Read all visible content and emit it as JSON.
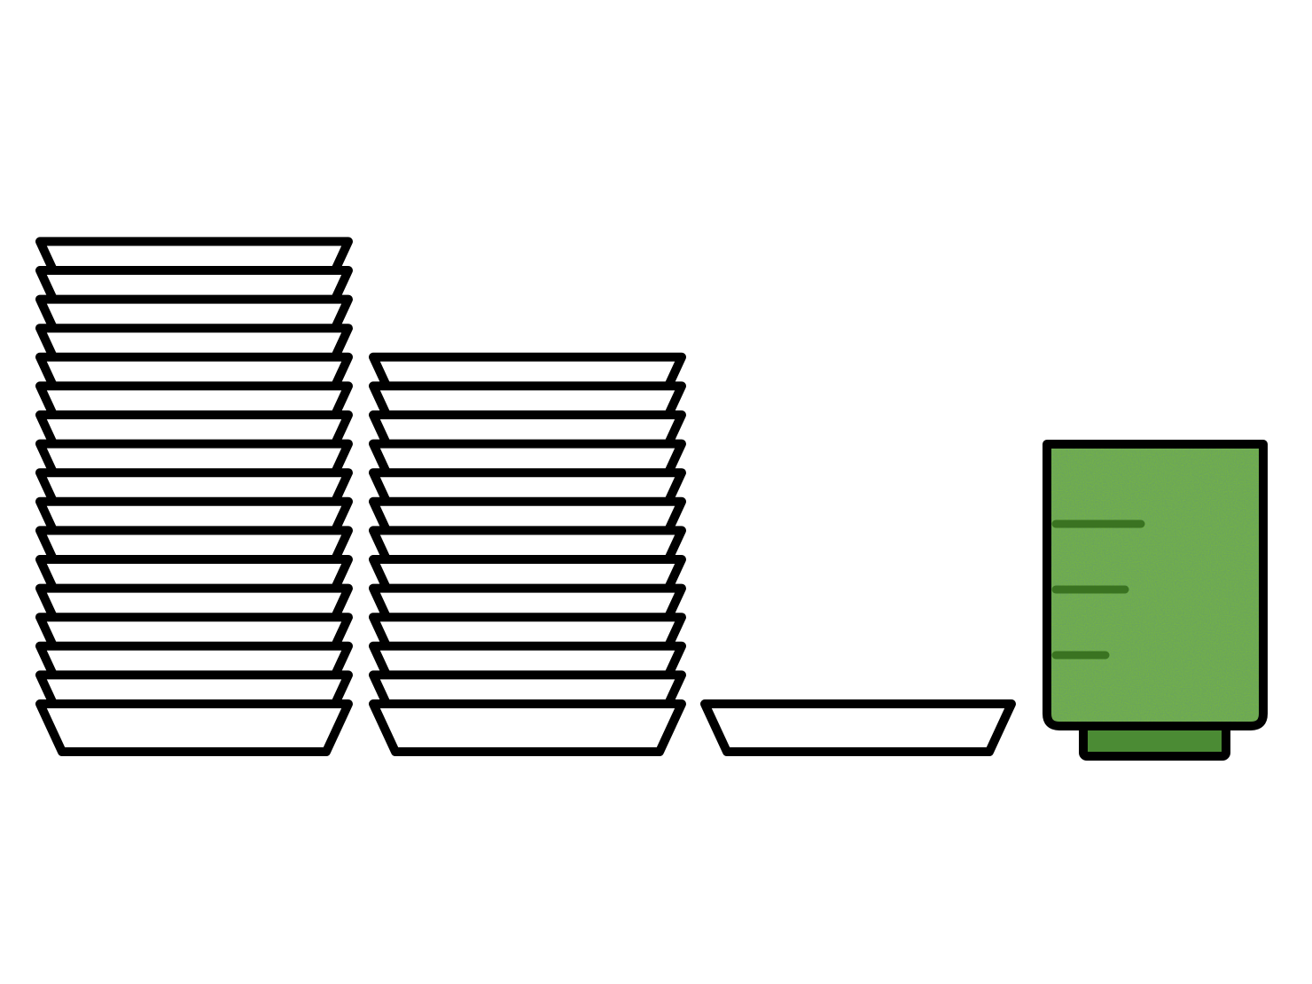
{
  "scene": {
    "stacks": [
      {
        "name": "tall-plate-stack",
        "count": 17
      },
      {
        "name": "medium-plate-stack",
        "count": 13
      },
      {
        "name": "single-plate",
        "count": 1
      }
    ],
    "cup": {
      "name": "measuring-cup",
      "graduation_marks": 3
    },
    "colors": {
      "plate_fill": "#ffffff",
      "outline": "#000000",
      "cup_fill": "#72b04a",
      "cup_dark": "#3a7321",
      "cup_base": "#4b8b34"
    }
  }
}
